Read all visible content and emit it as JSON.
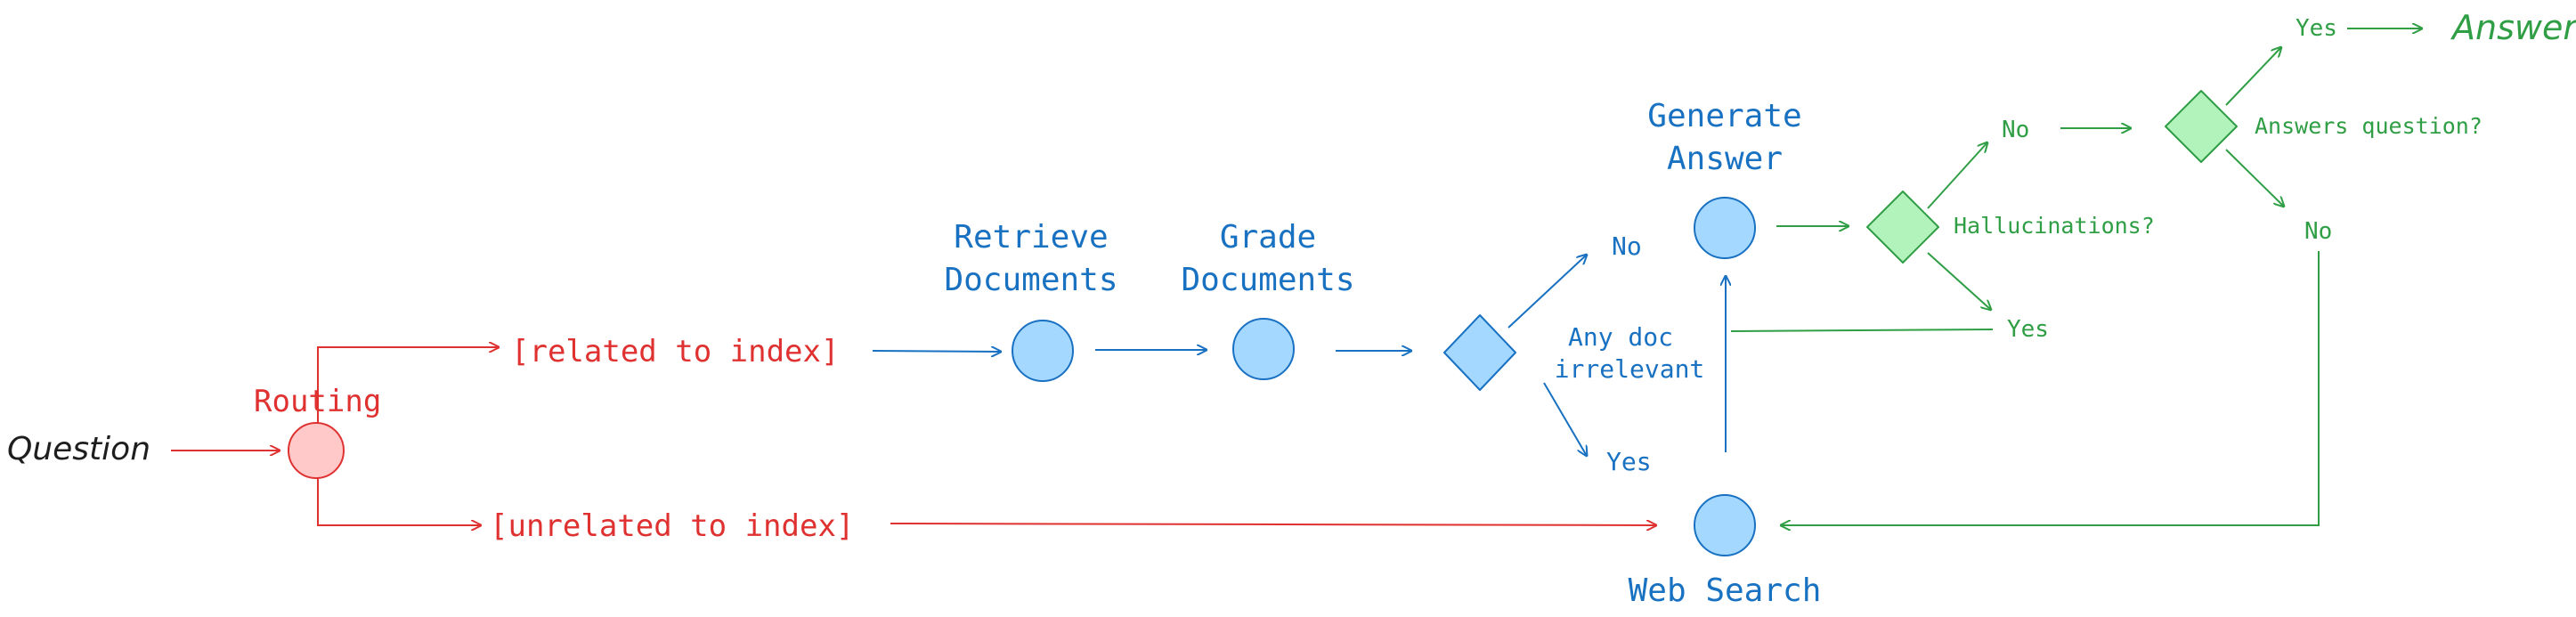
{
  "colors": {
    "red": "#e03131",
    "red_fill": "#ffc9c9",
    "blue": "#1971c2",
    "blue_fill": "#a5d8ff",
    "green": "#2f9e44",
    "green_fill": "#b2f2bb",
    "black": "#1e1e1e"
  },
  "labels": {
    "question": "Question",
    "routing": "Routing",
    "related": "[related to index]",
    "unrelated": "[unrelated to index]",
    "retrieve_1": "Retrieve",
    "retrieve_2": "Documents",
    "grade_1": "Grade",
    "grade_2": "Documents",
    "no_1": "No",
    "any_doc_1": "Any doc",
    "any_doc_2": "irrelevant",
    "yes_1": "Yes",
    "generate_1": "Generate",
    "generate_2": "Answer",
    "web_search": "Web Search",
    "hallucinations": "Hallucinations?",
    "no_2": "No",
    "yes_2": "Yes",
    "answers_question": "Answers question?",
    "yes_3": "Yes",
    "answer": "Answer",
    "no_3": "No"
  }
}
